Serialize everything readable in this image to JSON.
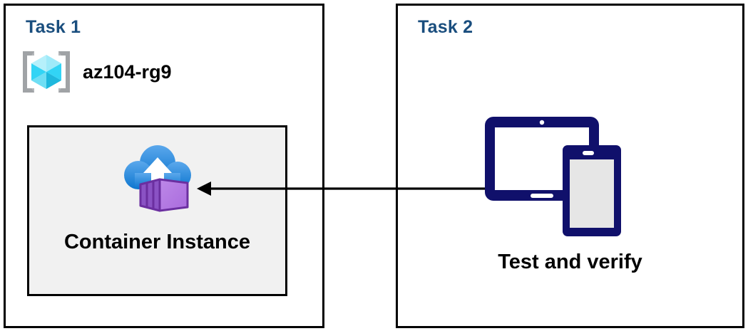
{
  "diagram": {
    "title": "Azure Container Instance task diagram",
    "background_color": "#ffffff",
    "panel_border_color": "#000000",
    "title_color": "#1a4e7e"
  },
  "panels": [
    {
      "id": "task1",
      "title": "Task 1",
      "resource_group": {
        "label": "az104-rg9",
        "icon": "resource-group-icon",
        "icon_colors": {
          "bracket": "#a0a3a6",
          "cube_light": "#9feaf9",
          "cube_mid": "#32d4f5",
          "cube_dark": "#198ab3"
        }
      },
      "resource_box": {
        "label": "Container Instance",
        "icon": "container-instance-icon",
        "fill_color": "#f1f1f1",
        "border_color": "#000000",
        "icon_colors": {
          "cloud_top": "#50a0e8",
          "cloud_bottom": "#0f7ad1",
          "arrow": "#ffffff",
          "container_front": "#b77de4",
          "container_side": "#8a52c4",
          "container_outline": "#6b2fa0"
        }
      }
    },
    {
      "id": "task2",
      "title": "Task 2",
      "device": {
        "label": "Test and verify",
        "icon": "devices-tablet-phone-icon",
        "icon_colors": {
          "frame": "#10106b",
          "tablet_screen": "#ffffff",
          "phone_screen": "#e6e6e6"
        }
      }
    }
  ],
  "connector": {
    "name": "flow-arrow",
    "direction": "right-to-left",
    "from": "Test and verify",
    "to": "Container Instance",
    "color": "#000000",
    "stroke_width": 3
  }
}
